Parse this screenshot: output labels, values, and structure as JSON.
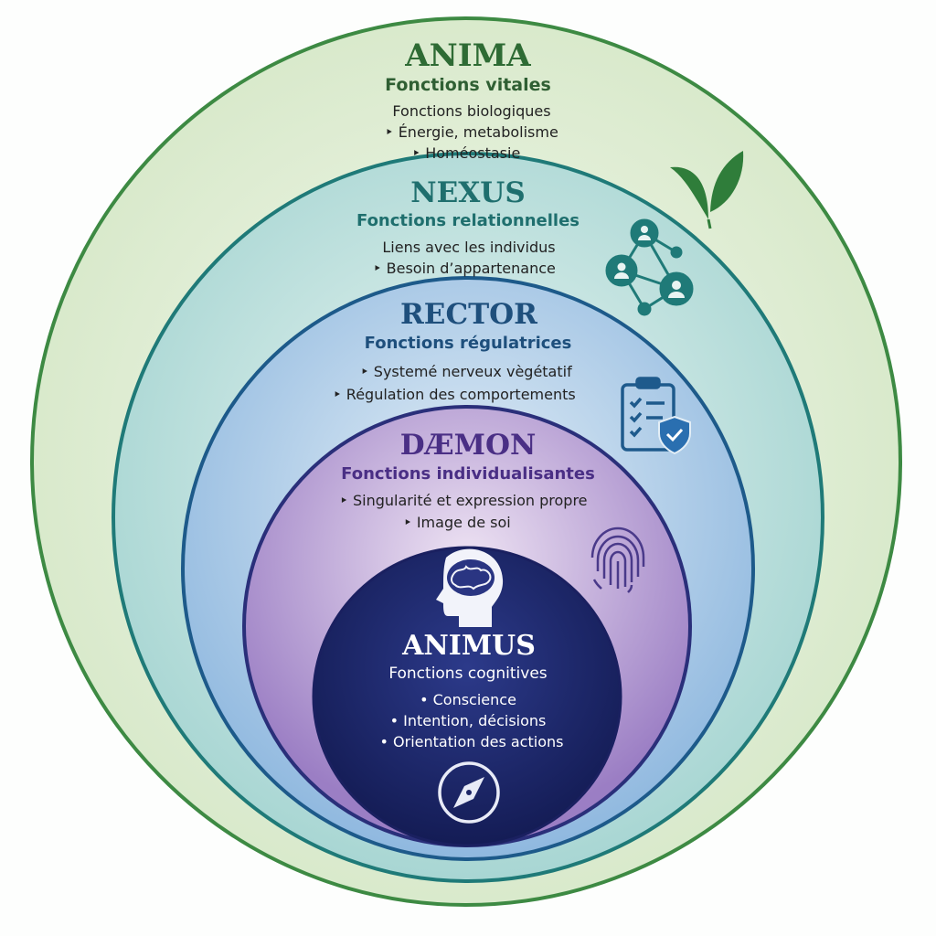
{
  "layers": [
    {
      "title": "ANIMA",
      "subtitle": "Fonctions vitales",
      "items": [
        "Fonctions biologiques",
        "‣ Énergie, metabolisme",
        "‣ Homéostasie"
      ],
      "color": "#2e6b34",
      "icon": "leaf-icon"
    },
    {
      "title": "NEXUS",
      "subtitle": "Fonctions relationnelles",
      "items": [
        "Liens avec les individus",
        "‣ Besoin d’appartenance"
      ],
      "color": "#1f6f6e",
      "icon": "network-people-icon"
    },
    {
      "title": "RECTOR",
      "subtitle": "Fonctions régulatrices",
      "items": [
        "‣ Systemé nerveux vègétatif",
        "‣ Régulation des comportements"
      ],
      "color": "#1e4f7c",
      "icon": "clipboard-shield-icon"
    },
    {
      "title": "DÆMON",
      "subtitle": "Fonctions individualisantes",
      "items": [
        "‣ Singularité et expression propre",
        "‣ Image de soi"
      ],
      "color": "#4a2f85",
      "icon": "fingerprint-icon"
    },
    {
      "title": "ANIMUS",
      "subtitle": "Fonctions cognitives",
      "items": [
        "• Conscience",
        "• Intention, décisions",
        "• Orientation des actions"
      ],
      "color": "#1c2566",
      "icon": "brain-head-icon",
      "icon2": "compass-icon"
    }
  ]
}
